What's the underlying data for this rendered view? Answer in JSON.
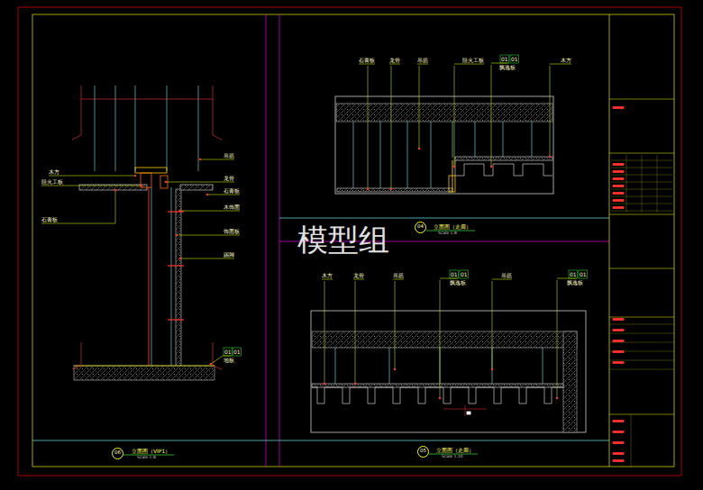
{
  "diagram": {
    "nodes": [
      {
        "text": [
          "06",
          "立面图（VIP1）",
          "Scale 1:8"
        ]
      },
      {
        "text": [
          "04",
          "立面图（走廊）",
          "Scale 1:8"
        ]
      },
      {
        "text": [
          "05",
          "立面图（走廊）",
          "Scale 1:10"
        ]
      }
    ],
    "labels": [
      "木方",
      "阻火工板",
      "石膏板",
      "吊筋",
      "龙骨",
      "石膏板",
      "木饰面",
      "饰面板",
      "踢脚",
      "01",
      "01",
      "地板",
      "石膏板",
      "龙骨",
      "吊筋",
      "阻火工板",
      "01",
      "01",
      "飘逸板",
      "木方",
      "木方",
      "龙骨",
      "吊筋",
      "01",
      "01",
      "飘逸板",
      "吊筋",
      "01",
      "01",
      "飘逸板",
      "模型组"
    ]
  }
}
